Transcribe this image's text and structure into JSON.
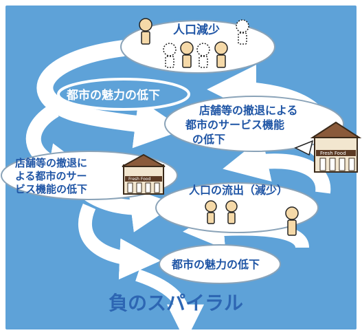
{
  "diagram": {
    "title": "負のスパイラル",
    "stages": [
      {
        "text": "人口減少"
      },
      {
        "text": "都市の魅力の低下"
      },
      {
        "lines": [
          "店舗等の撤退による",
          "都市のサービス機能",
          "の低下"
        ]
      },
      {
        "lines": [
          "店舗等の撤退に",
          "よる都市のサー",
          "ビス機能の低下"
        ]
      },
      {
        "text": "人口の流出（減少）"
      },
      {
        "text": "都市の魅力の低下"
      }
    ],
    "shop_sign": "Fresh Food"
  },
  "colors": {
    "background": "#5ea2d8",
    "ellipse_fill": "#ffffff",
    "arrow_fill": "#ffffff",
    "text": "#1f55a5",
    "title": "#2d66b3"
  }
}
